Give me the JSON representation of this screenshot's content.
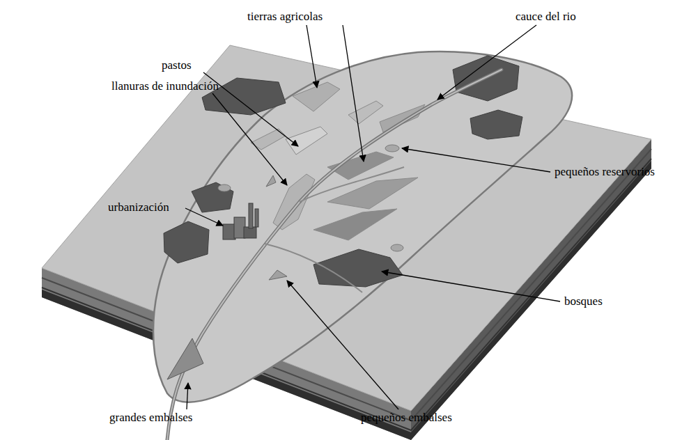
{
  "diagram": {
    "labels": [
      "tierras agricolas",
      "cauce del rio",
      "pastos",
      "llanuras de inundación",
      "pequeños reservorios",
      "urbanización",
      "bosques",
      "grandes embalses",
      "pequeños embalses"
    ]
  }
}
